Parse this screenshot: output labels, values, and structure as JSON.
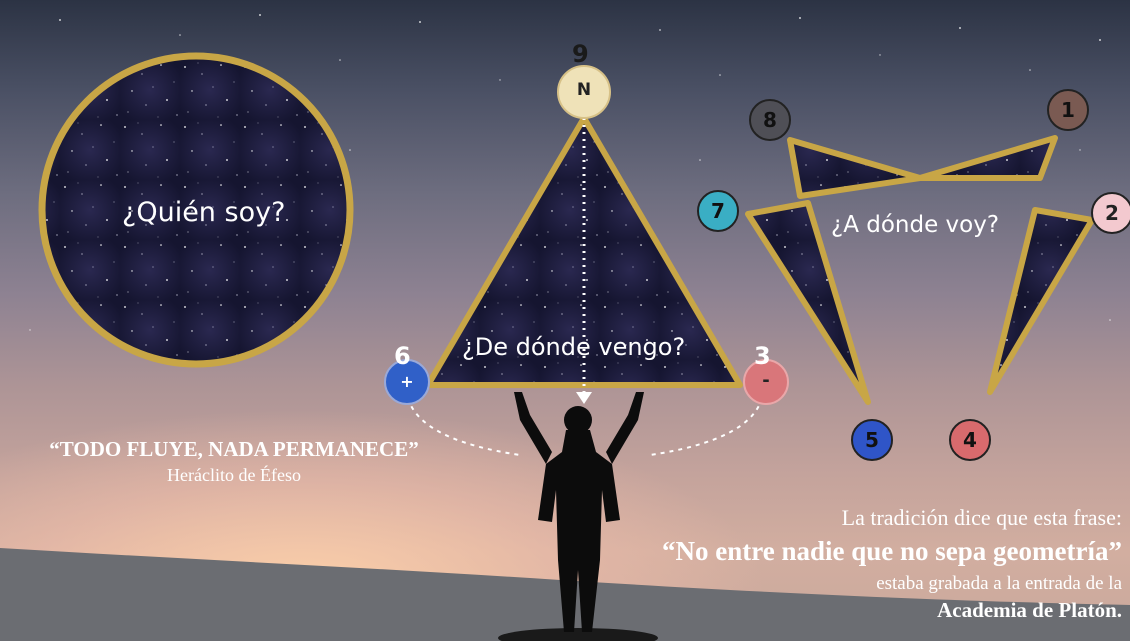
{
  "questions": {
    "who": "¿Quién soy?",
    "from": "¿De dónde vengo?",
    "to": "¿A dónde voy?"
  },
  "triangle_nodes": {
    "top_number": "9",
    "top_letter": "N",
    "left_number": "6",
    "left_sign": "+",
    "right_number": "3",
    "right_sign": "-"
  },
  "star_nodes": [
    {
      "label": "1",
      "color": "#7a5a52"
    },
    {
      "label": "2",
      "color": "#f3c9cf"
    },
    {
      "label": "4",
      "color": "#d86a6d"
    },
    {
      "label": "5",
      "color": "#2f55c8"
    },
    {
      "label": "7",
      "color": "#3aaec4"
    },
    {
      "label": "8",
      "color": "#4f4f56"
    }
  ],
  "quote": {
    "text": "“TODO FLUYE, NADA PERMANECE”",
    "author": "Heráclito de Éfeso"
  },
  "tradition": {
    "line1": "La tradición dice que esta frase:",
    "line2": "“No entre nadie que no sepa geometría”",
    "line3": "estaba grabada a la entrada de la",
    "line4": "Academia de Platón."
  },
  "colors": {
    "gold": "#c8a646",
    "night": "#1e1d3e",
    "node_plus": "#3060c8",
    "node_minus": "#d9767a",
    "node_top": "#efe2b8"
  }
}
